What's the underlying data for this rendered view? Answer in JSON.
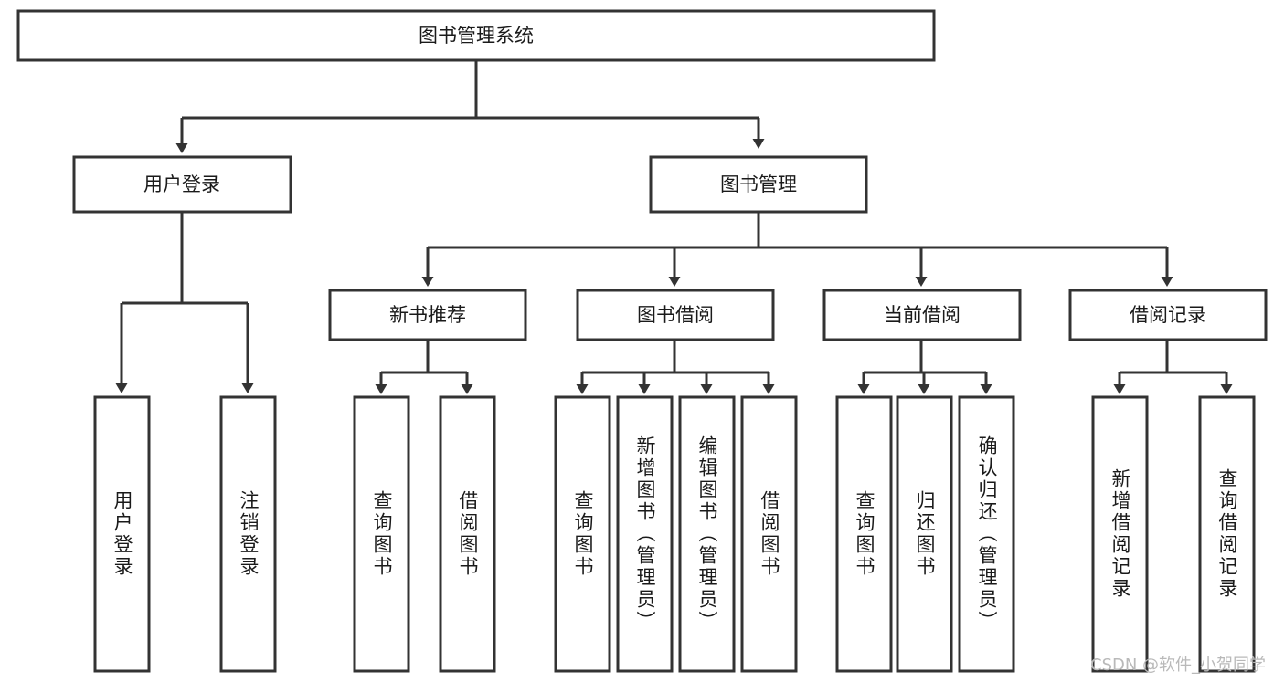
{
  "diagram": {
    "title_node": {
      "label": "图书管理系统"
    },
    "level2": [
      {
        "id": "user-login",
        "label": "用户登录"
      },
      {
        "id": "book-management",
        "label": "图书管理"
      }
    ],
    "level3": [
      {
        "id": "new-book-recommend",
        "label": "新书推荐"
      },
      {
        "id": "book-borrow",
        "label": "图书借阅"
      },
      {
        "id": "current-borrow",
        "label": "当前借阅"
      },
      {
        "id": "borrow-record",
        "label": "借阅记录"
      }
    ],
    "leaves": [
      {
        "id": "leaf-user-login",
        "label": "用户登录",
        "parent": "user-login"
      },
      {
        "id": "leaf-logout-login",
        "label": "注销登录",
        "parent": "user-login"
      },
      {
        "id": "leaf-query-book-1",
        "label": "查询图书",
        "parent": "new-book-recommend"
      },
      {
        "id": "leaf-borrow-book-1",
        "label": "借阅图书",
        "parent": "new-book-recommend"
      },
      {
        "id": "leaf-query-book-2",
        "label": "查询图书",
        "parent": "book-borrow"
      },
      {
        "id": "leaf-add-book",
        "label": "新增图书（管理员）",
        "parent": "book-borrow"
      },
      {
        "id": "leaf-edit-book",
        "label": "编辑图书（管理员）",
        "parent": "book-borrow"
      },
      {
        "id": "leaf-borrow-book-2",
        "label": "借阅图书",
        "parent": "book-borrow"
      },
      {
        "id": "leaf-query-book-3",
        "label": "查询图书",
        "parent": "current-borrow"
      },
      {
        "id": "leaf-return-book",
        "label": "归还图书",
        "parent": "current-borrow"
      },
      {
        "id": "leaf-confirm-return",
        "label": "确认归还（管理员）",
        "parent": "current-borrow"
      },
      {
        "id": "leaf-add-record",
        "label": "新增借阅记录",
        "parent": "borrow-record"
      },
      {
        "id": "leaf-query-record",
        "label": "查询借阅记录",
        "parent": "borrow-record"
      }
    ],
    "colors": {
      "stroke": "#333333",
      "box_fill": "#ffffff",
      "text": "#1a1a1a",
      "watermark": "#b9b9b9"
    }
  },
  "watermark": {
    "text": "CSDN @软件_小贺同学"
  }
}
